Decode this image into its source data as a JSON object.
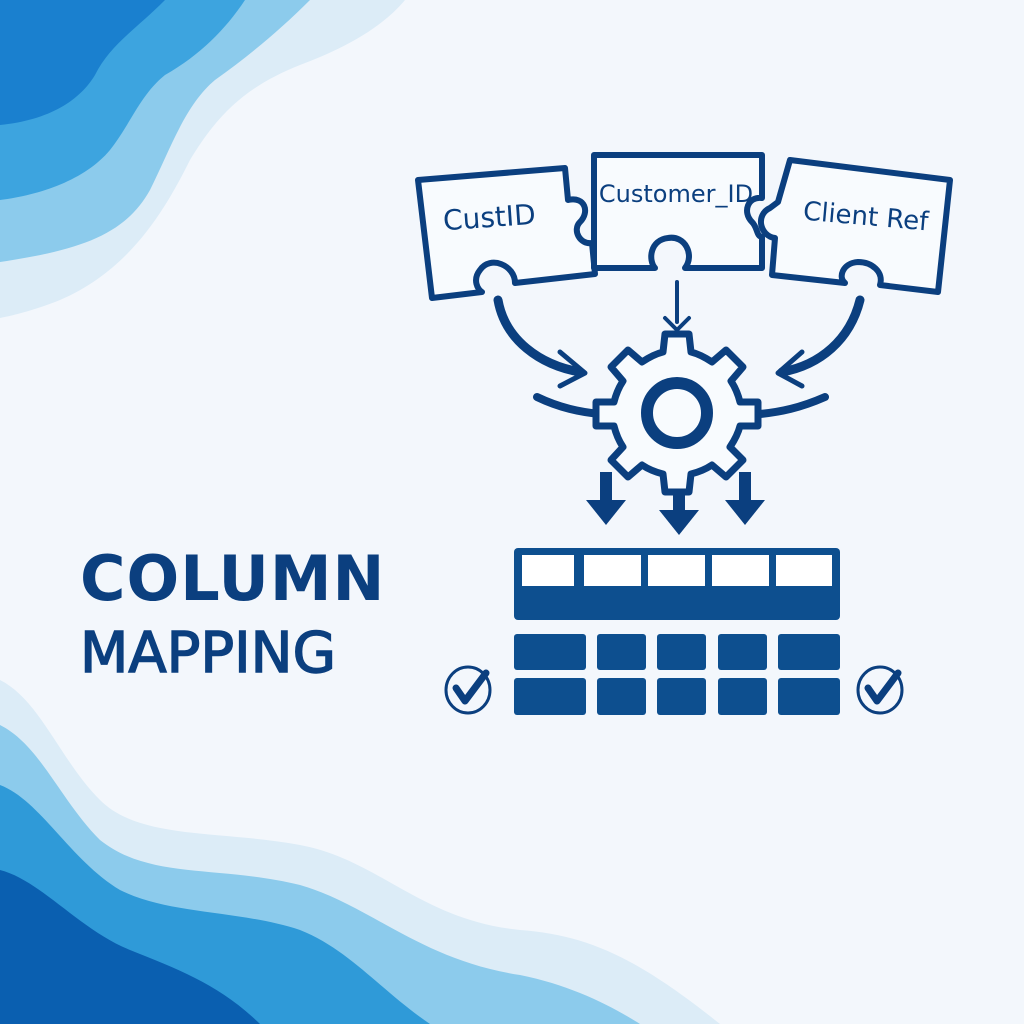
{
  "title": {
    "line1": "COLUMN",
    "line2": "MAPPING"
  },
  "source_fields": [
    {
      "label": "CustID"
    },
    {
      "label": "Customer_ID"
    },
    {
      "label": "Client Ref"
    }
  ],
  "process": {
    "icon": "gear-icon"
  },
  "output": {
    "icon": "table-icon",
    "columns": 5,
    "rows": 3
  },
  "status": {
    "left_icon": "check-circle-icon",
    "right_icon": "check-circle-icon"
  },
  "colors": {
    "primary": "#0b3f7f",
    "table_fill": "#0d4f8f",
    "background": "#f3f7fc",
    "wave_dark": "#0a5fb0",
    "wave_mid": "#2f9ad8",
    "wave_light": "#7cc6ea",
    "wave_pale": "#d6eaf6"
  }
}
